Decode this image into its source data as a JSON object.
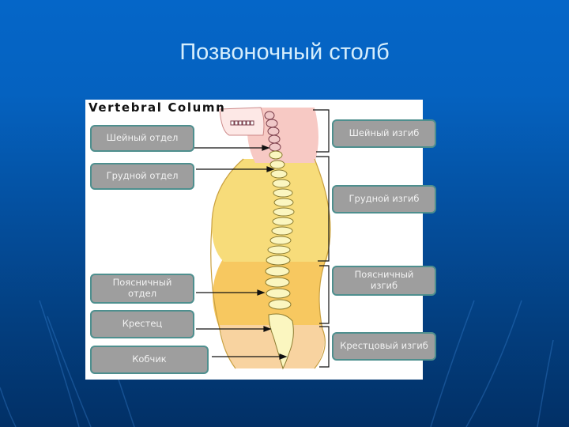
{
  "slide": {
    "title": "Позвоночный столб",
    "background_color": "#0566c8",
    "title_color": "#d6eefc"
  },
  "figure": {
    "heading": "Vertebral Column",
    "body_colors": {
      "neck": "#f7c9c4",
      "thoracic": "#f7dc7a",
      "lumbar": "#f7c860",
      "sacral": "#f8d3a0"
    },
    "box_fill": "#9e9e9e",
    "box_border": "#4e8f8e",
    "left_labels": [
      {
        "id": "cervical-section",
        "text": "Шейный отдел"
      },
      {
        "id": "thoracic-section",
        "text": "Грудной  отдел"
      },
      {
        "id": "lumbar-section",
        "text": "Поясничный отдел"
      },
      {
        "id": "sacrum",
        "text": "Крестец"
      },
      {
        "id": "coccyx",
        "text": "Кобчик"
      }
    ],
    "right_labels": [
      {
        "id": "cervical-curve",
        "text": "Шейный изгиб"
      },
      {
        "id": "thoracic-curve",
        "text": "Грудной изгиб"
      },
      {
        "id": "lumbar-curve",
        "text": "Поясничный изгиб"
      },
      {
        "id": "sacral-curve",
        "text": "Крестцовый изгиб"
      }
    ]
  }
}
